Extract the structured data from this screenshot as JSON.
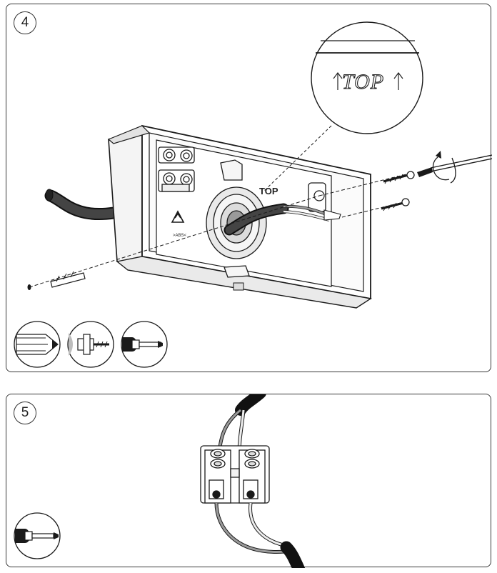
{
  "steps": [
    {
      "number": "4",
      "label_top_zoom": "TOP",
      "label_top_box": "TOP"
    },
    {
      "number": "5"
    }
  ],
  "tools_step4": [
    "pencil-icon",
    "wall-plug-screw-icon",
    "screwdriver-icon"
  ],
  "tools_step5": [
    "screwdriver-icon"
  ],
  "icons": [
    "recycle-icon",
    "rotate-arrow-icon"
  ],
  "colors": {
    "line": "#1a1a1a",
    "cable": "#1e1e1e",
    "wire_grey": "#9a9a9a",
    "wire_light": "#e6e6e6",
    "panel_border": "#3a3a3a"
  }
}
